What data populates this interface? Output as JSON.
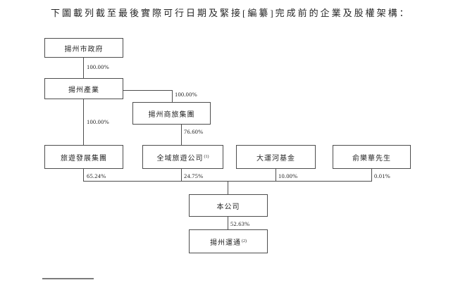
{
  "page": {
    "title": "下圖載列截至最後實際可行日期及緊接[編纂]完成前的企業及股權架構："
  },
  "diagram": {
    "nodes": {
      "gov": {
        "label": "揚州市政府"
      },
      "industry": {
        "label": "揚州產業"
      },
      "shanglv": {
        "label": "揚州商旅集團"
      },
      "travel": {
        "label": "旅遊發展集團"
      },
      "quanyu": {
        "label": "全域旅遊公司",
        "note": "(1)"
      },
      "canal": {
        "label": "大運河基金"
      },
      "yu": {
        "label": "俞樂華先生"
      },
      "company": {
        "label": "本公司"
      },
      "yuntong": {
        "label": "揚州運通",
        "note": "(2)"
      }
    },
    "ownership": {
      "gov_to_industry": "100.00%",
      "industry_to_shanglv": "100.00%",
      "industry_to_travel": "100.00%",
      "shanglv_to_quanyu": "76.60%",
      "travel_to_company": "65.24%",
      "quanyu_to_company": "24.75%",
      "canal_to_company": "10.00%",
      "yu_to_company": "0.01%",
      "company_to_yuntong": "52.63%"
    },
    "colors": {
      "line": "#4d4d4d",
      "text": "#262626",
      "background": "#ffffff"
    }
  }
}
